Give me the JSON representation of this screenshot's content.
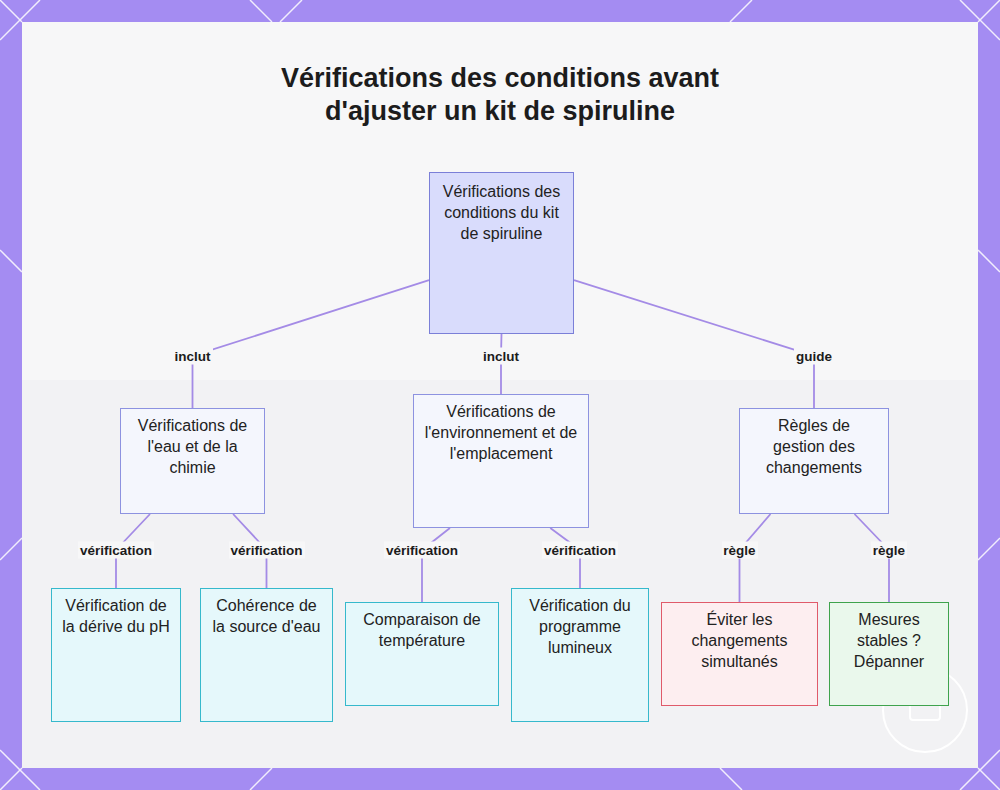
{
  "diagram": {
    "title": "Vérifications des conditions avant d'ajuster un kit de spiruline",
    "nodes": [
      {
        "text": [
          "Vérifications des conditions du kit de spiruline"
        ]
      },
      {
        "text": [
          "Vérifications de l'eau et de la chimie"
        ]
      },
      {
        "text": [
          "Vérifications de l'environnement et de l'emplacement"
        ]
      },
      {
        "text": [
          "Règles de gestion des changements"
        ]
      },
      {
        "text": [
          "Vérification de la dérive du pH"
        ]
      },
      {
        "text": [
          "Cohérence de la source d'eau"
        ]
      },
      {
        "text": [
          "Comparaison de température"
        ]
      },
      {
        "text": [
          "Vérification du programme lumineux"
        ]
      },
      {
        "text": [
          "Éviter les changements simultanés"
        ]
      },
      {
        "text": [
          "Mesures stables ? Dépanner"
        ]
      }
    ],
    "edges": [
      {
        "from": 0,
        "to": 1,
        "label": "inclut",
        "arrow": "none"
      },
      {
        "from": 0,
        "to": 2,
        "label": "inclut",
        "arrow": "none"
      },
      {
        "from": 0,
        "to": 3,
        "label": "guide",
        "arrow": "none"
      },
      {
        "from": 1,
        "to": 4,
        "label": "vérification",
        "arrow": "none"
      },
      {
        "from": 1,
        "to": 5,
        "label": "vérification",
        "arrow": "none"
      },
      {
        "from": 2,
        "to": 6,
        "label": "vérification",
        "arrow": "none"
      },
      {
        "from": 2,
        "to": 7,
        "label": "vérification",
        "arrow": "none"
      },
      {
        "from": 3,
        "to": 8,
        "label": "règle",
        "arrow": "none"
      },
      {
        "from": 3,
        "to": 9,
        "label": "règle",
        "arrow": "none"
      }
    ]
  }
}
